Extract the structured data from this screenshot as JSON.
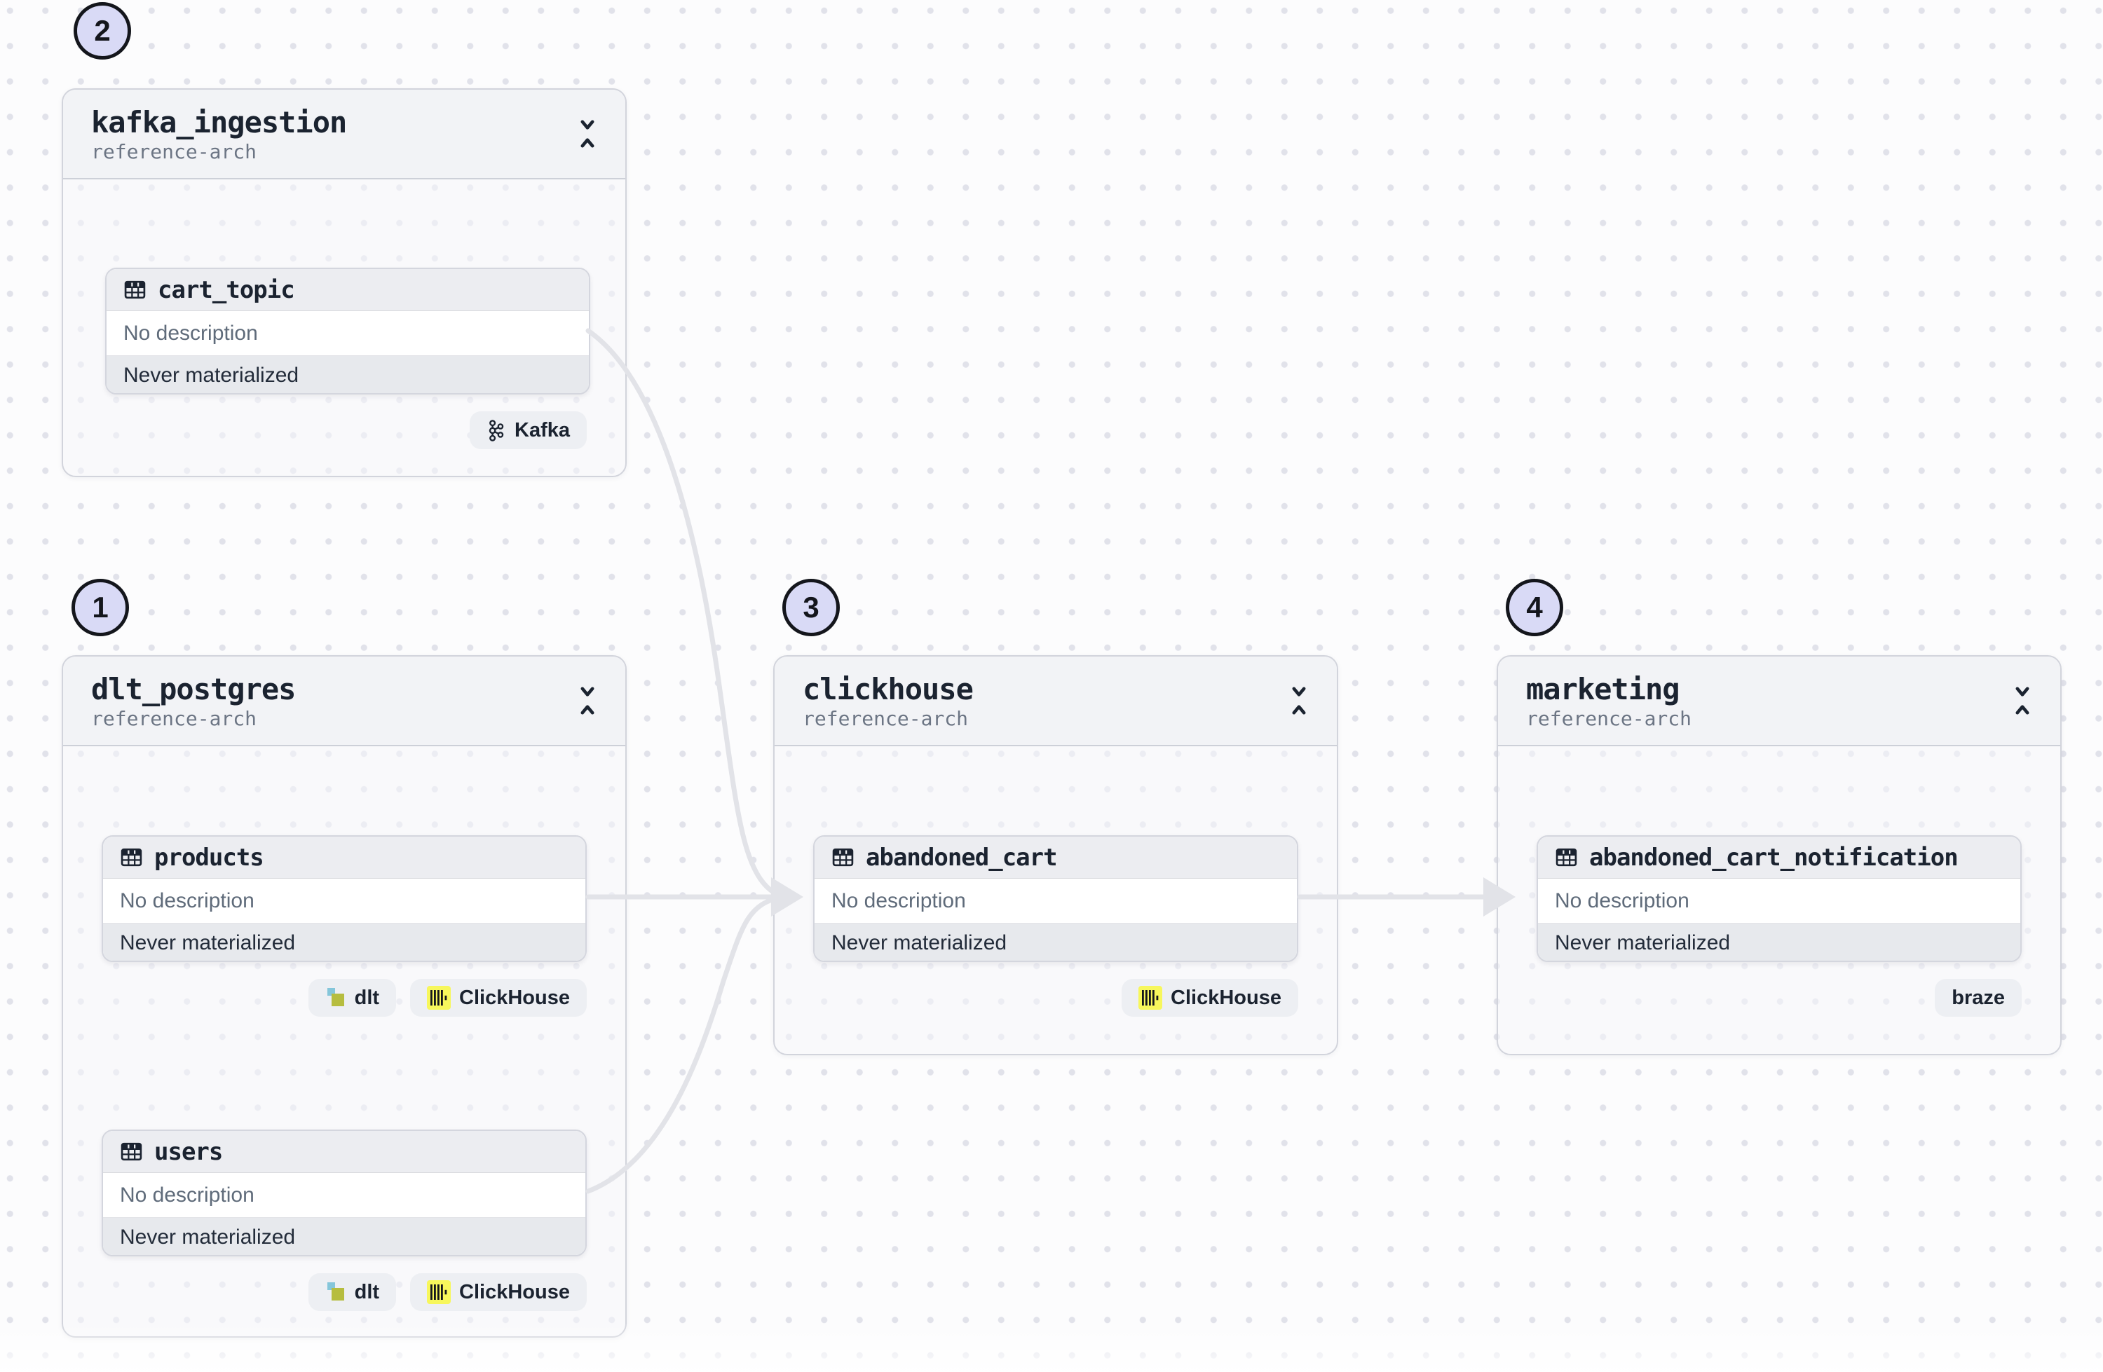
{
  "colors": {
    "accent": "#d9daf6",
    "edge": "#e2e3e8",
    "ink": "#1b2330",
    "muted": "#6c7584",
    "desc": "#5f6b7a",
    "dot": "#e1e2ea",
    "clickhouse_yellow": "#f7f75c",
    "dlt_blue": "#85c6da",
    "dlt_olive": "#b6bd3f"
  },
  "groups": [
    {
      "badge_number": "2",
      "title": "kafka_ingestion",
      "subtitle": "reference-arch",
      "assets": [
        {
          "name": "cart_topic",
          "description": "No description",
          "status": "Never materialized",
          "tags": [
            {
              "label": "Kafka",
              "icon": "kafka-icon"
            }
          ]
        }
      ]
    },
    {
      "badge_number": "1",
      "title": "dlt_postgres",
      "subtitle": "reference-arch",
      "assets": [
        {
          "name": "products",
          "description": "No description",
          "status": "Never materialized",
          "tags": [
            {
              "label": "dlt",
              "icon": "dlt-icon"
            },
            {
              "label": "ClickHouse",
              "icon": "clickhouse-icon"
            }
          ]
        },
        {
          "name": "users",
          "description": "No description",
          "status": "Never materialized",
          "tags": [
            {
              "label": "dlt",
              "icon": "dlt-icon"
            },
            {
              "label": "ClickHouse",
              "icon": "clickhouse-icon"
            }
          ]
        }
      ]
    },
    {
      "badge_number": "3",
      "title": "clickhouse",
      "subtitle": "reference-arch",
      "assets": [
        {
          "name": "abandoned_cart",
          "description": "No description",
          "status": "Never materialized",
          "tags": [
            {
              "label": "ClickHouse",
              "icon": "clickhouse-icon"
            }
          ]
        }
      ]
    },
    {
      "badge_number": "4",
      "title": "marketing",
      "subtitle": "reference-arch",
      "assets": [
        {
          "name": "abandoned_cart_notification",
          "description": "No description",
          "status": "Never materialized",
          "tags": [
            {
              "label": "braze",
              "icon": null
            }
          ]
        }
      ]
    }
  ],
  "edges": [
    {
      "from": "cart_topic",
      "to": "abandoned_cart"
    },
    {
      "from": "products",
      "to": "abandoned_cart"
    },
    {
      "from": "users",
      "to": "abandoned_cart"
    },
    {
      "from": "abandoned_cart",
      "to": "abandoned_cart_notification"
    }
  ]
}
